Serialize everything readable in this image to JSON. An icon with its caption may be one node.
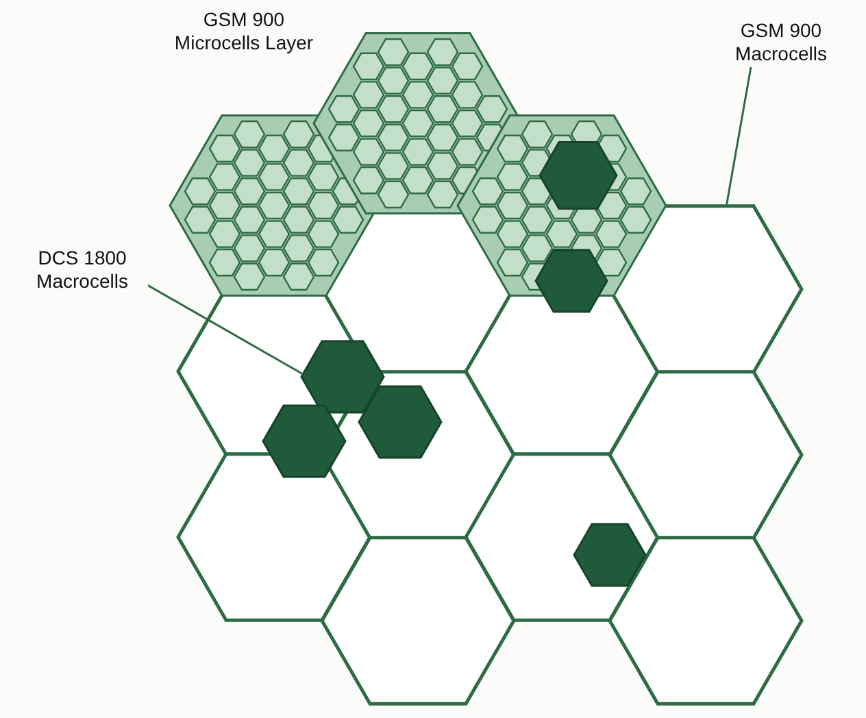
{
  "diagram": {
    "nodes": [
      {
        "text": [
          "GSM 900 Macrocells"
        ]
      },
      {
        "text": [],
        "shape": "hexagon"
      },
      {
        "text": [
          "DCS 1800 Macrocells"
        ]
      },
      {
        "text": [],
        "shape": "hexagon"
      }
    ],
    "edges": [
      {
        "from": 0,
        "to": 1,
        "arrow": "none"
      },
      {
        "from": 2,
        "to": 3,
        "arrow": "none"
      }
    ],
    "labels": [
      "GSM 900 Microcells Layer"
    ]
  }
}
